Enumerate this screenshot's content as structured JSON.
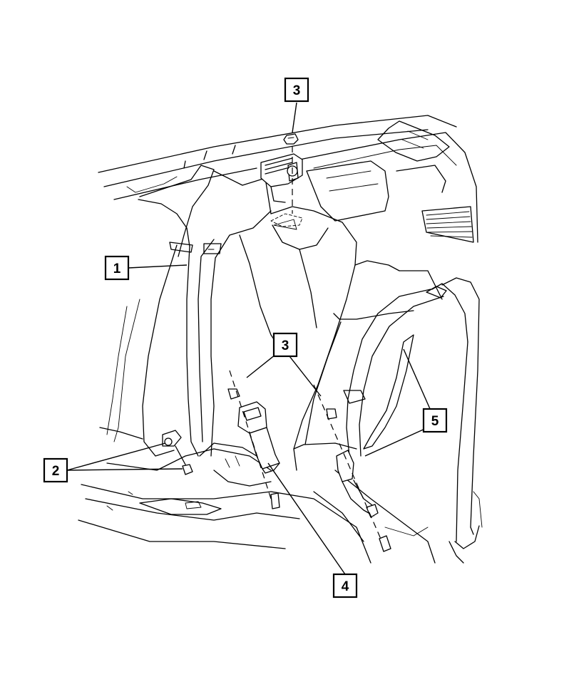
{
  "callouts": [
    {
      "id": "1",
      "label": "1"
    },
    {
      "id": "2",
      "label": "2"
    },
    {
      "id": "3a",
      "label": "3"
    },
    {
      "id": "3b",
      "label": "3"
    },
    {
      "id": "4",
      "label": "4"
    },
    {
      "id": "5",
      "label": "5"
    }
  ],
  "colors": {
    "ink": "#000000",
    "paper": "#ffffff"
  }
}
